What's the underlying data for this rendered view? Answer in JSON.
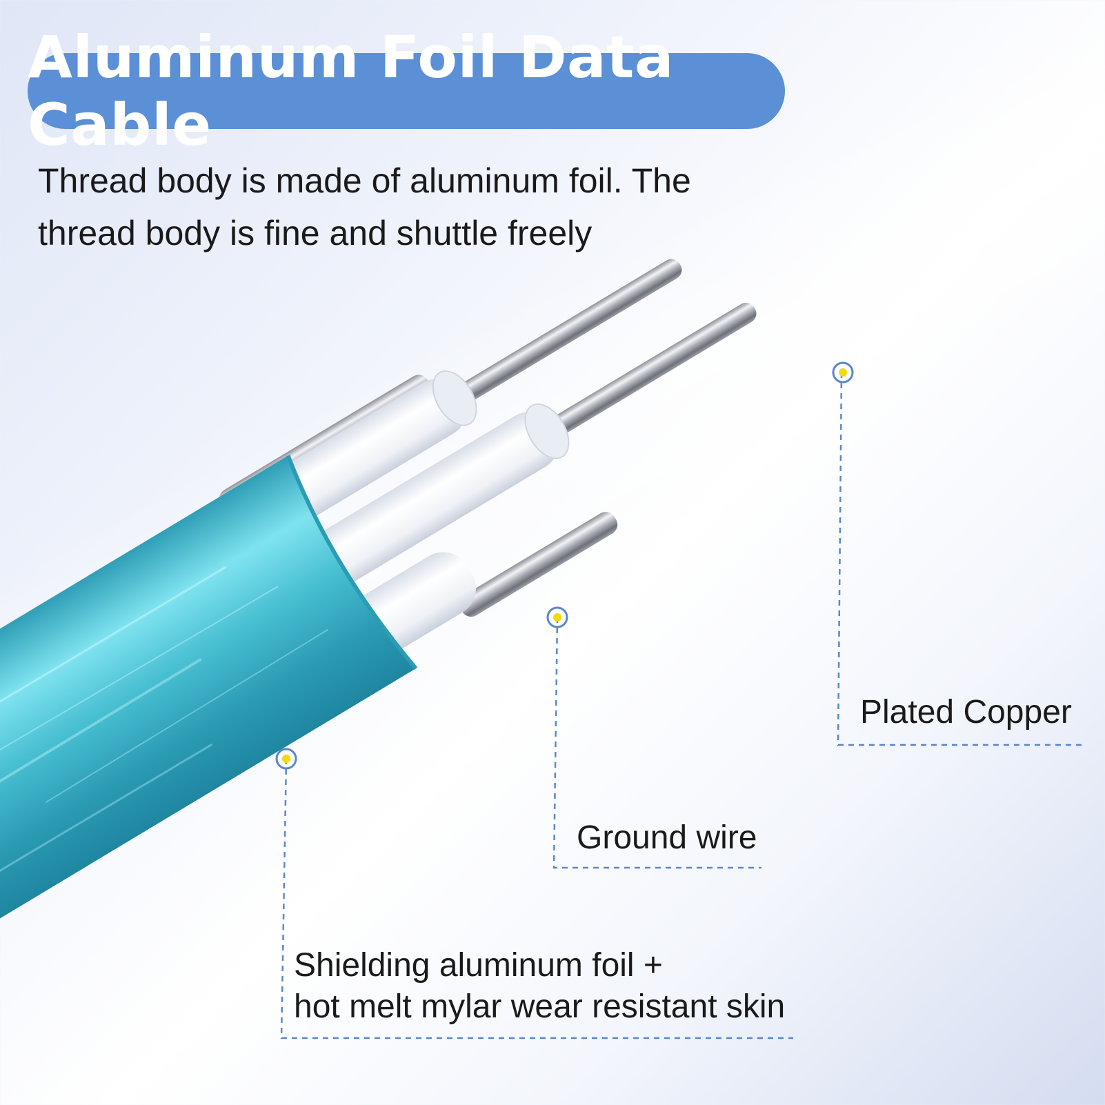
{
  "title": "Aluminum Foil Data Cable",
  "description": [
    "Thread body is made of aluminum foil. The",
    "thread body is fine and shuttle freely"
  ],
  "callouts": {
    "plated_copper": "Plated Copper",
    "ground_wire": "Ground wire",
    "shielding": [
      "Shielding aluminum foil +",
      "hot melt mylar wear resistant skin"
    ]
  },
  "colors": {
    "title_pill": "#5b8fd6",
    "jacket": "#3fb2c6",
    "insulation": "#f4f6fa",
    "copper_wire": "#b9bcc4",
    "callout_line": "#5c86c7",
    "marker_dot": "#f5d90a"
  }
}
